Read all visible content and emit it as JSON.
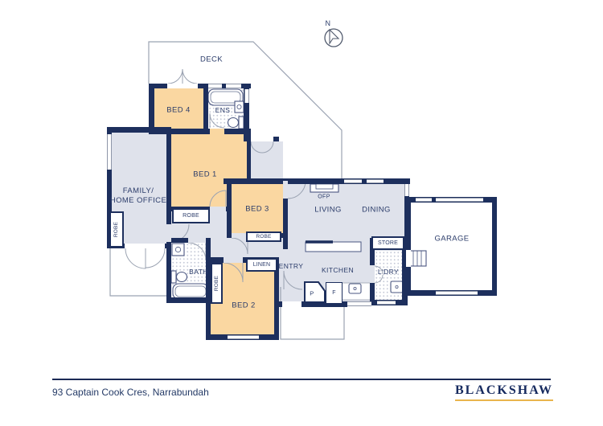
{
  "compass": {
    "label": "N"
  },
  "rooms": {
    "deck": "DECK",
    "bed4": "BED 4",
    "ens": "ENS",
    "bed1": "BED 1",
    "family_line1": "FAMILY/",
    "family_line2": "HOME OFFICE",
    "bed3": "BED 3",
    "living": "LIVING",
    "dining": "DINING",
    "ofp": "OFP",
    "garage": "GARAGE",
    "store": "STORE",
    "ldry": "L'DRY",
    "kitchen": "KITCHEN",
    "entry": "ENTRY",
    "linen": "LINEN",
    "bath": "BATH",
    "bed2": "BED 2",
    "robe": "ROBE",
    "pantry": "P",
    "fridge": "F"
  },
  "footer": {
    "address": "93 Captain Cook Cres, Narrabundah",
    "brand": "BLACKSHAW"
  },
  "colors": {
    "wall_navy": "#1d2f5d",
    "room_orange": "#fad7a1",
    "floor_gray": "#dfe2eb",
    "brand_gold": "#e9b54d",
    "label_navy": "#2b3c6a"
  }
}
